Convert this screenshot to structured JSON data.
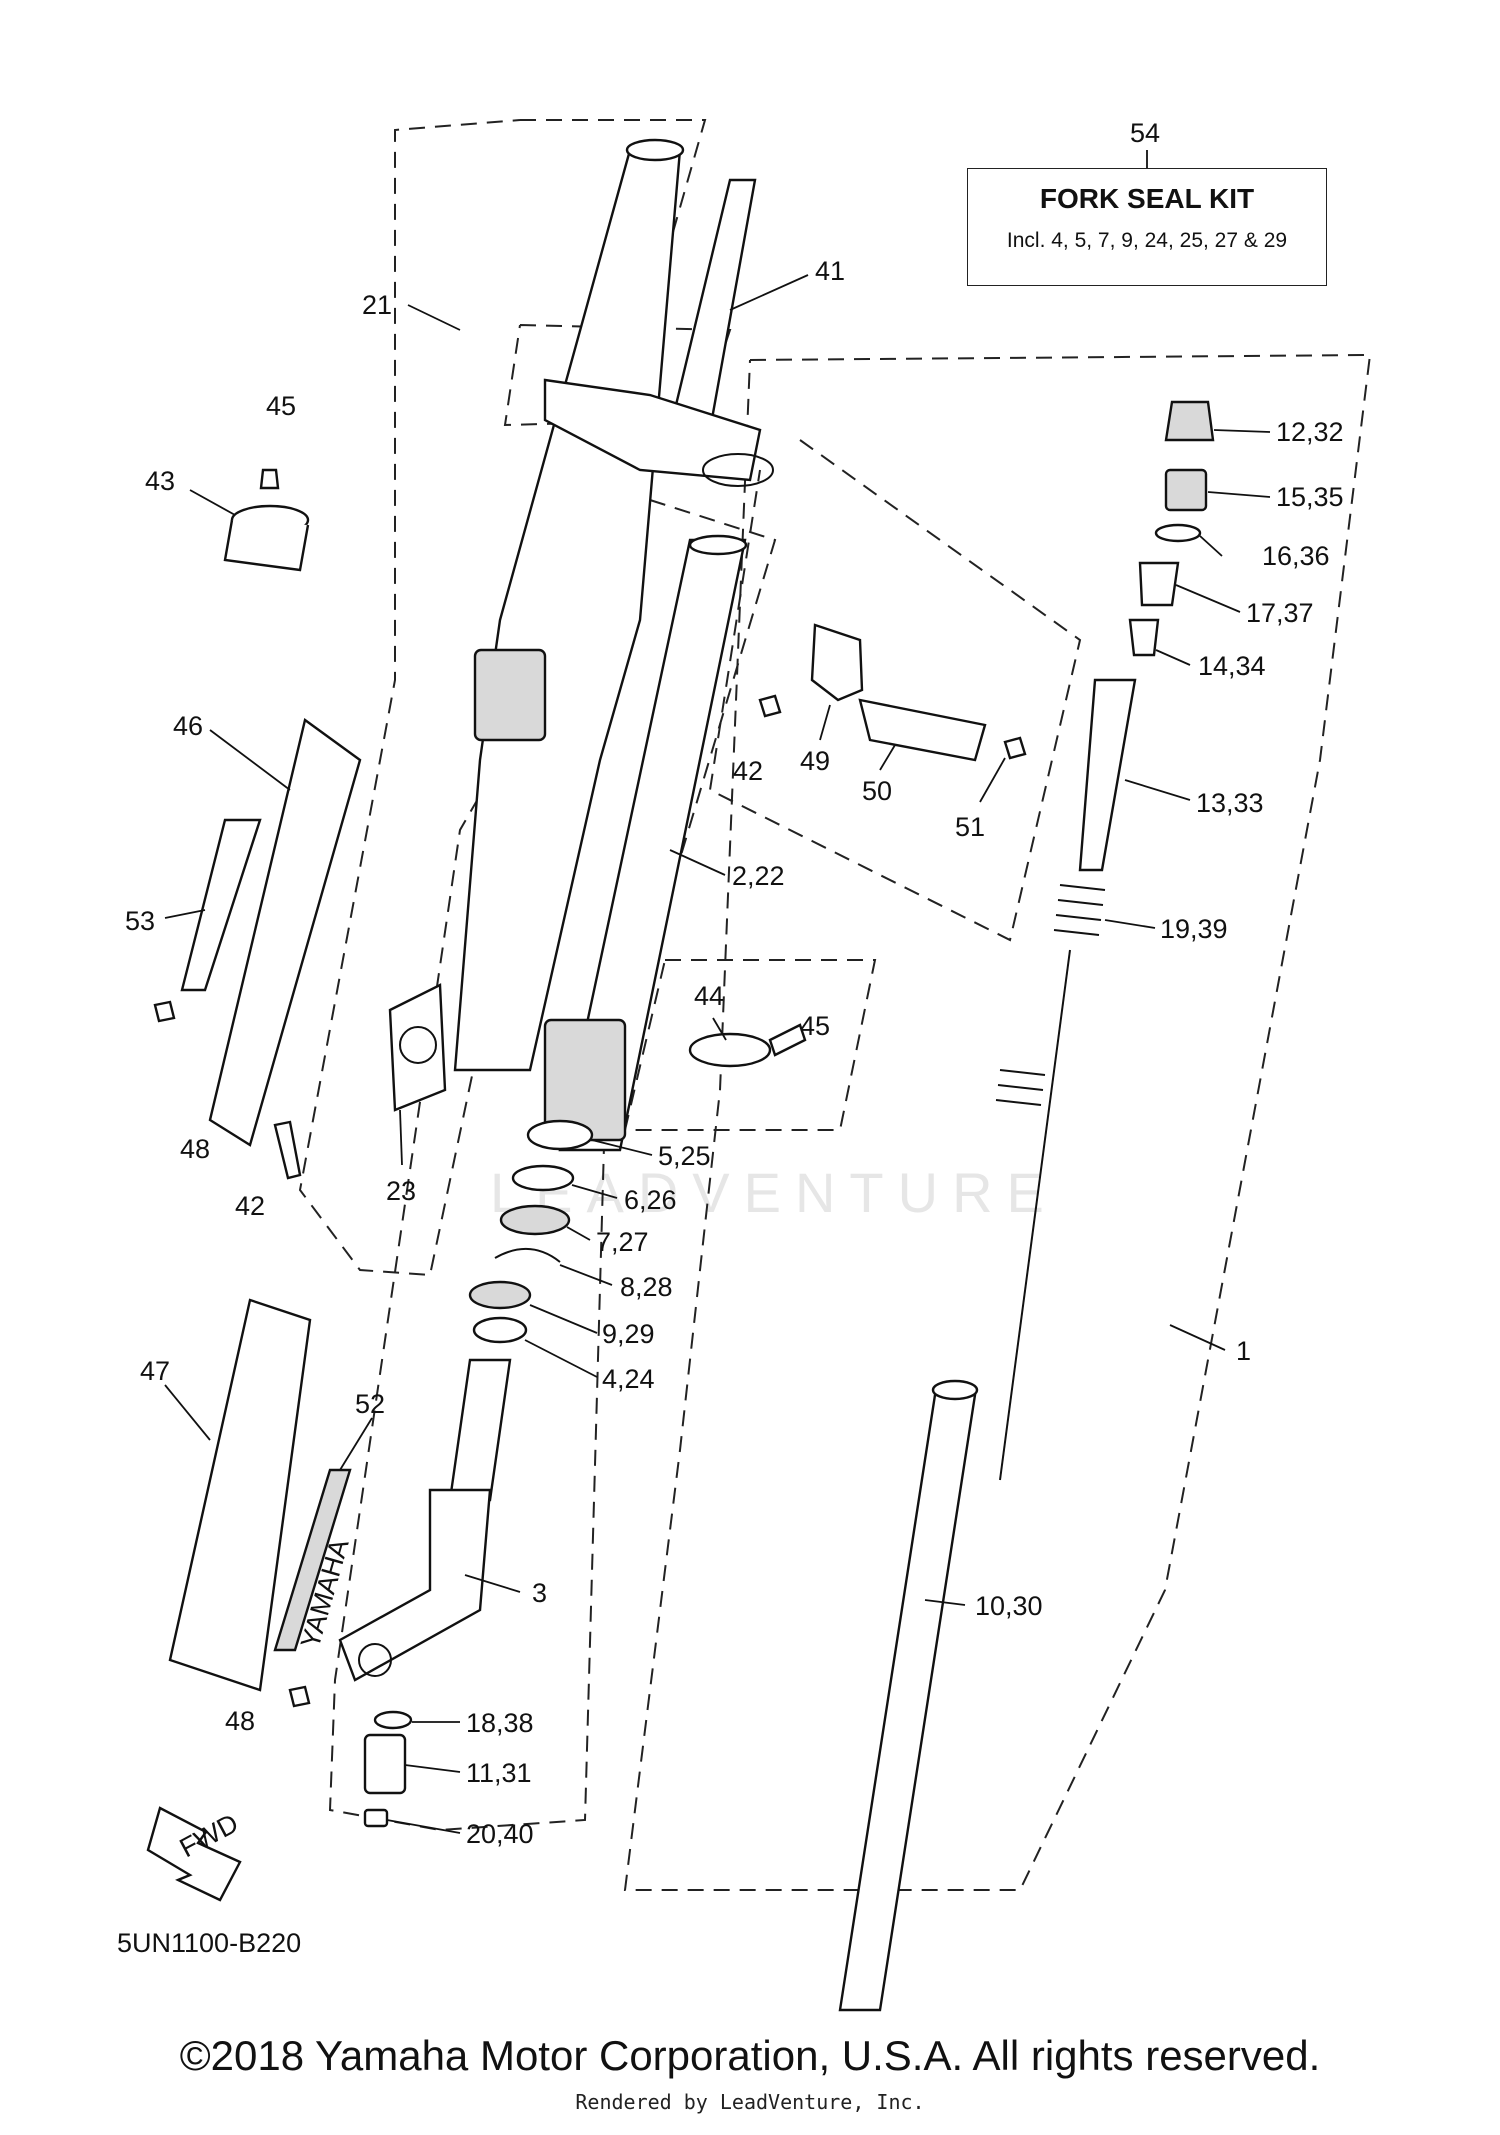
{
  "diagram": {
    "kit_number": "54",
    "kit_title": "FORK SEAL KIT",
    "kit_note": "Incl. 4, 5, 7, 9, 24, 25, 27 & 29",
    "drawing_code": "5UN1100-B220",
    "fwd_label": "FWD",
    "brand_on_guard": "YAMAHA",
    "watermark": "LEADVENTURE",
    "labels": {
      "l1": "1",
      "l2_22": "2,22",
      "l3": "3",
      "l4_24": "4,24",
      "l5_25": "5,25",
      "l6_26": "6,26",
      "l7_27": "7,27",
      "l8_28": "8,28",
      "l9_29": "9,29",
      "l10_30": "10,30",
      "l11_31": "11,31",
      "l12_32": "12,32",
      "l13_33": "13,33",
      "l14_34": "14,34",
      "l15_35": "15,35",
      "l16_36": "16,36",
      "l17_37": "17,37",
      "l18_38": "18,38",
      "l19_39": "19,39",
      "l20_40": "20,40",
      "l21": "21",
      "l23": "23",
      "l41": "41",
      "l42a": "42",
      "l42b": "42",
      "l43": "43",
      "l44": "44",
      "l45a": "45",
      "l45b": "45",
      "l46": "46",
      "l47": "47",
      "l48a": "48",
      "l48b": "48",
      "l49": "49",
      "l50": "50",
      "l51": "51",
      "l52": "52",
      "l53": "53"
    }
  },
  "footer": {
    "copyright": "©2018 Yamaha Motor Corporation, U.S.A. All rights reserved.",
    "rendered_by": "Rendered by LeadVenture, Inc."
  }
}
